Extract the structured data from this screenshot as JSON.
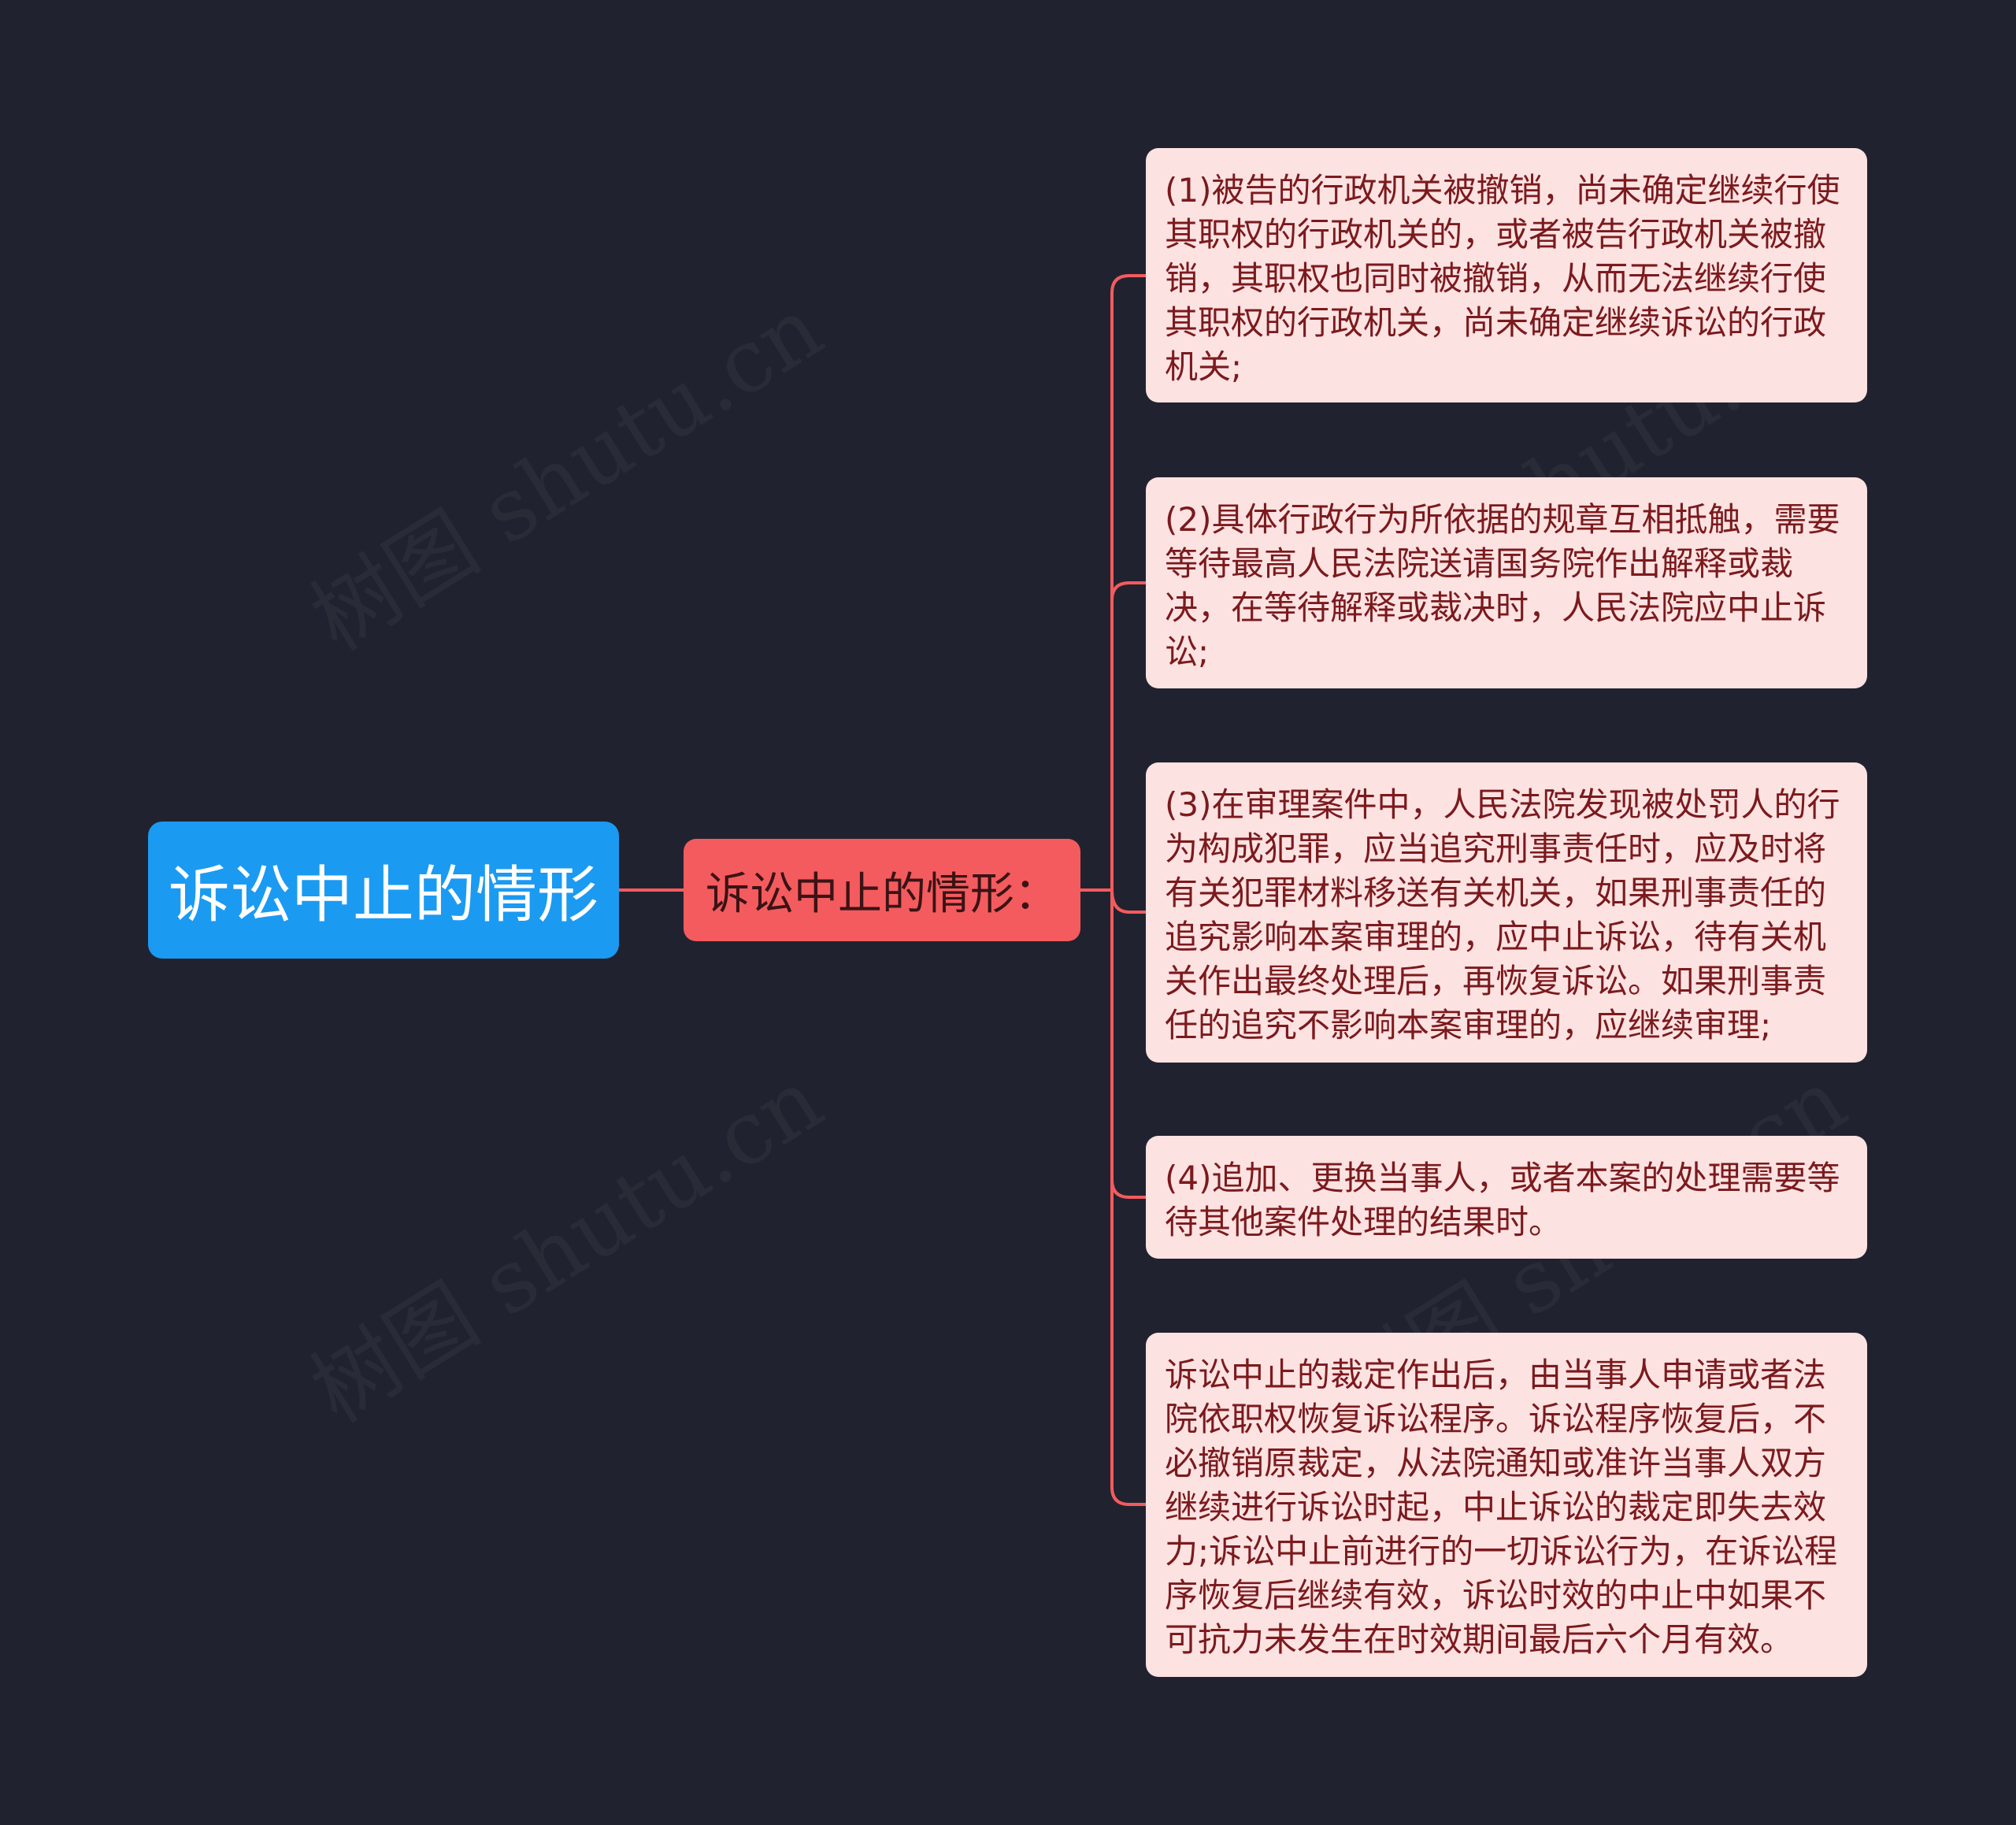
{
  "colors": {
    "background": "#20232f",
    "root_fill": "#1b9af2",
    "branch_fill": "#f45b5e",
    "leaf_fill": "#fde2e2",
    "leaf_text": "#7b1a1d",
    "connector": "#f45b5e"
  },
  "watermark": "树图 shutu.cn",
  "root": {
    "label": "诉讼中止的情形"
  },
  "branch": {
    "label": "诉讼中止的情形："
  },
  "leaves": [
    {
      "text": "(1)被告的行政机关被撤销，尚未确定继续行使其职权的行政机关的，或者被告行政机关被撤销，其职权也同时被撤销，从而无法继续行使其职权的行政机关，尚未确定继续诉讼的行政机关;"
    },
    {
      "text": "(2)具体行政行为所依据的规章互相抵触，需要等待最高人民法院送请国务院作出解释或裁决，在等待解释或裁决时，人民法院应中止诉讼;"
    },
    {
      "text": "(3)在审理案件中，人民法院发现被处罚人的行为构成犯罪，应当追究刑事责任时，应及时将有关犯罪材料移送有关机关，如果刑事责任的追究影响本案审理的，应中止诉讼，待有关机关作出最终处理后，再恢复诉讼。如果刑事责任的追究不影响本案审理的，应继续审理;"
    },
    {
      "text": "(4)追加、更换当事人，或者本案的处理需要等待其他案件处理的结果时。"
    },
    {
      "text": "诉讼中止的裁定作出后，由当事人申请或者法院依职权恢复诉讼程序。诉讼程序恢复后，不必撤销原裁定，从法院通知或准许当事人双方继续进行诉讼时起，中止诉讼的裁定即失去效力;诉讼中止前进行的一切诉讼行为，在诉讼程序恢复后继续有效，诉讼时效的中止中如果不可抗力未发生在时效期间最后六个月有效。"
    }
  ]
}
